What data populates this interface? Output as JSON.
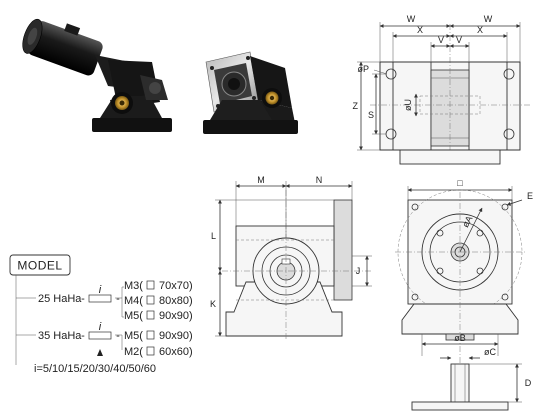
{
  "top_view": {
    "dims": {
      "w": "W",
      "x": "X",
      "v": "V",
      "z": "Z",
      "s": "S",
      "p": "øP",
      "u": "øU"
    }
  },
  "side_view": {
    "dims": {
      "m": "M",
      "n": "N",
      "l": "L",
      "k": "K",
      "j": "J"
    }
  },
  "front_view": {
    "dims": {
      "square": "□",
      "e": "E",
      "a": "øA",
      "b": "øB",
      "c": "øC",
      "d": "D"
    }
  },
  "model_box": {
    "title": "MODEL",
    "series": [
      {
        "code": "25 HaHa",
        "sep": "-",
        "ratio_var": "i",
        "options": [
          {
            "code": "M3(",
            "size": "70x70)"
          },
          {
            "code": "M4(",
            "size": "80x80)"
          },
          {
            "code": "M5(",
            "size": "90x90)"
          }
        ]
      },
      {
        "code": "35 HaHa",
        "sep": "-",
        "ratio_var": "i",
        "options": [
          {
            "code": "M5(",
            "size": "90x90)"
          },
          {
            "code": "M2(",
            "size": "60x60)"
          }
        ]
      }
    ],
    "ratios": "i=5/10/15/20/30/40/50/60"
  }
}
